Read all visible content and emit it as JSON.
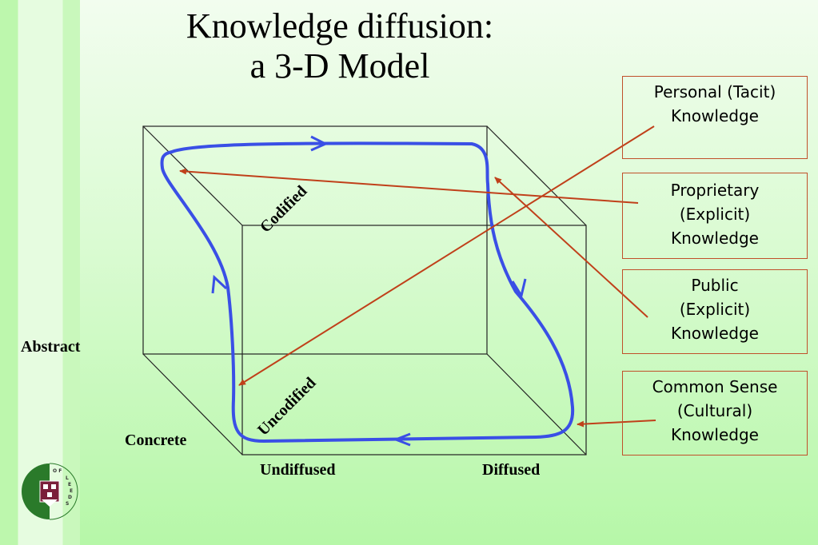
{
  "title": {
    "line1": "Knowledge diffusion:",
    "line2": "a 3-D Model"
  },
  "axes": {
    "abstract": "Abstract",
    "concrete": "Concrete",
    "undiffused": "Undiffused",
    "diffused": "Diffused",
    "codified": "Codified",
    "uncodified": "Uncodified"
  },
  "boxes": [
    {
      "lines": [
        "Personal (Tacit)",
        "Knowledge"
      ]
    },
    {
      "lines": [
        "Proprietary",
        "(Explicit)",
        "Knowledge"
      ]
    },
    {
      "lines": [
        "Public",
        "(Explicit)",
        "Knowledge"
      ]
    },
    {
      "lines": [
        "Common Sense",
        "(Cultural)",
        "Knowledge"
      ]
    }
  ],
  "colors": {
    "cycle": "#3a4fe6",
    "arrow": "#c0401a",
    "box_border": "#c0502a"
  },
  "logo": {
    "text": "UNIVERSITY OF LEEDS"
  }
}
